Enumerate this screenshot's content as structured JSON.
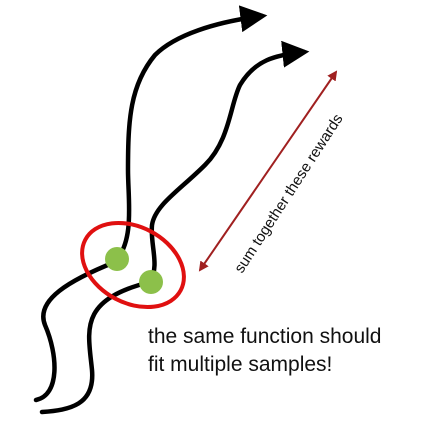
{
  "annotation": {
    "rewards_label": "sum together these rewards"
  },
  "caption": {
    "line1": "the same function should",
    "line2": "fit multiple samples!"
  },
  "colors": {
    "trajectory": "#000000",
    "ellipse": "#e01010",
    "sample_dot": "#8cc04a",
    "arrow": "#a02020"
  }
}
